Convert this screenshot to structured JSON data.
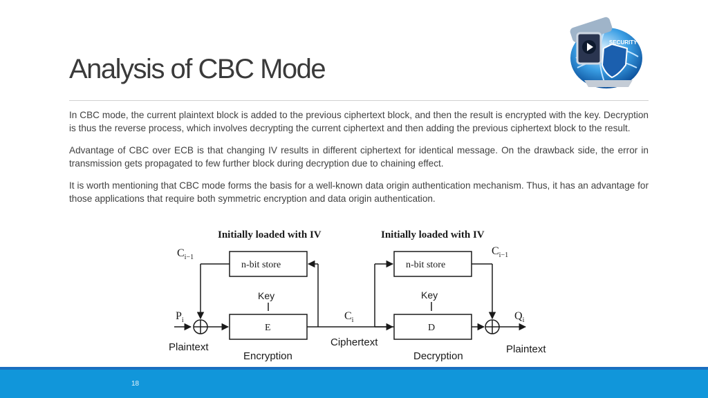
{
  "slide": {
    "title": "Analysis of CBC Mode",
    "page_number": "18",
    "paragraphs": [
      "In CBC mode, the current plaintext block is added to the previous ciphertext block, and then the result is encrypted with the key. Decryption is thus the reverse process, which involves decrypting the current ciphertext and then adding the previous ciphertext block to the result.",
      "Advantage of CBC over ECB is that changing IV results in different ciphertext for identical message. On the drawback side, the error in transmission gets propagated to few further block during decryption due to chaining effect.",
      "It is worth mentioning that CBC mode forms the basis for a well-known data origin  authentication mechanism. Thus, it has an advantage for those applications that require both symmetric encryption and data origin authentication."
    ]
  },
  "diagram": {
    "enc_iv_label": "Initially loaded with IV",
    "dec_iv_label": "Initially loaded with IV",
    "enc_store": "n-bit store",
    "dec_store": "n-bit store",
    "enc_key": "Key",
    "dec_key": "Key",
    "enc_block": "E",
    "dec_block": "D",
    "c_prev_enc": "C",
    "c_prev_enc_sub": "i−1",
    "c_prev_dec": "C",
    "c_prev_dec_sub": "i−1",
    "p_in": "P",
    "p_sub": "i",
    "c_mid": "C",
    "c_sub": "i",
    "q_out": "Q",
    "q_sub": "i",
    "plaintext_left": "Plaintext",
    "encryption": "Encryption",
    "ciphertext": "Ciphertext",
    "decryption": "Decryption",
    "plaintext_right": "Plaintext"
  },
  "colors": {
    "footer": "#1196da",
    "footer_line": "#1a6fc0"
  },
  "logo": {
    "icon": "security-globe-logo"
  }
}
